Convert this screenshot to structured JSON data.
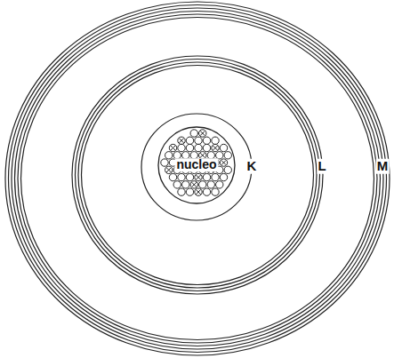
{
  "diagram": {
    "nodes": [
      {
        "text": [
          "nucleo"
        ]
      }
    ],
    "labels": [
      "K",
      "L",
      "M"
    ]
  }
}
